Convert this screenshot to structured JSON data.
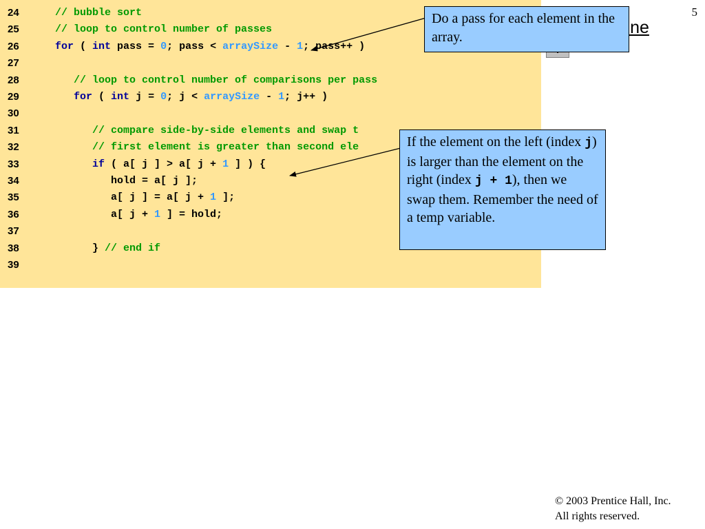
{
  "slide_number": "5",
  "outline_label": "line",
  "nav_button": "∨",
  "code_lines": [
    {
      "num": "24",
      "tokens": [
        {
          "t": "// bubble sort",
          "c": "cm"
        }
      ]
    },
    {
      "num": "25",
      "tokens": [
        {
          "t": "// loop to control number of passes",
          "c": "cm"
        }
      ]
    },
    {
      "num": "26",
      "tokens": [
        {
          "t": "for",
          "c": "kw"
        },
        {
          "t": " ( ",
          "c": ""
        },
        {
          "t": "int",
          "c": "kw"
        },
        {
          "t": " pass = ",
          "c": ""
        },
        {
          "t": "0",
          "c": "num"
        },
        {
          "t": "; pass < ",
          "c": ""
        },
        {
          "t": "arraySize",
          "c": "idv"
        },
        {
          "t": " - ",
          "c": ""
        },
        {
          "t": "1",
          "c": "num"
        },
        {
          "t": "; pass++ )",
          "c": ""
        }
      ]
    },
    {
      "num": "27",
      "tokens": []
    },
    {
      "num": "28",
      "tokens": [
        {
          "t": "   ",
          "c": ""
        },
        {
          "t": "// loop to control number of comparisons per pass",
          "c": "cm"
        }
      ]
    },
    {
      "num": "29",
      "tokens": [
        {
          "t": "   ",
          "c": ""
        },
        {
          "t": "for",
          "c": "kw"
        },
        {
          "t": " ( ",
          "c": ""
        },
        {
          "t": "int",
          "c": "kw"
        },
        {
          "t": " j = ",
          "c": ""
        },
        {
          "t": "0",
          "c": "num"
        },
        {
          "t": "; j < ",
          "c": ""
        },
        {
          "t": "arraySize",
          "c": "idv"
        },
        {
          "t": " - ",
          "c": ""
        },
        {
          "t": "1",
          "c": "num"
        },
        {
          "t": "; j++ )",
          "c": ""
        }
      ]
    },
    {
      "num": "30",
      "tokens": []
    },
    {
      "num": "31",
      "tokens": [
        {
          "t": "      ",
          "c": ""
        },
        {
          "t": "// compare side-by-side elements and swap t",
          "c": "cm"
        }
      ]
    },
    {
      "num": "32",
      "tokens": [
        {
          "t": "      ",
          "c": ""
        },
        {
          "t": "// first element is greater than second ele",
          "c": "cm"
        }
      ]
    },
    {
      "num": "33",
      "tokens": [
        {
          "t": "      ",
          "c": ""
        },
        {
          "t": "if",
          "c": "kw"
        },
        {
          "t": " ( a[ j ] > a[ j + ",
          "c": ""
        },
        {
          "t": "1",
          "c": "num"
        },
        {
          "t": " ] ) {",
          "c": ""
        }
      ]
    },
    {
      "num": "34",
      "tokens": [
        {
          "t": "         hold = a[ j ];",
          "c": ""
        }
      ]
    },
    {
      "num": "35",
      "tokens": [
        {
          "t": "         a[ j ] = a[ j + ",
          "c": ""
        },
        {
          "t": "1",
          "c": "num"
        },
        {
          "t": " ];",
          "c": ""
        }
      ]
    },
    {
      "num": "36",
      "tokens": [
        {
          "t": "         a[ j + ",
          "c": ""
        },
        {
          "t": "1",
          "c": "num"
        },
        {
          "t": " ] = hold;",
          "c": ""
        }
      ]
    },
    {
      "num": "37",
      "tokens": []
    },
    {
      "num": "38",
      "tokens": [
        {
          "t": "      } ",
          "c": ""
        },
        {
          "t": "// end if",
          "c": "cm"
        }
      ]
    },
    {
      "num": "39",
      "tokens": []
    }
  ],
  "callout1": {
    "text": "Do a pass for each element in the array."
  },
  "callout2": {
    "part1": "If the element on the left (index ",
    "code1": "j",
    "part2": ") is larger than the element on the right (index ",
    "code2": "j + 1",
    "part3": "), then we swap them. Remember the need of a temp variable."
  },
  "copyright": {
    "symbol": "©",
    "line1": " 2003 Prentice Hall, Inc.",
    "line2": "All rights reserved."
  },
  "colors": {
    "code_background": "#ffe599",
    "callout_background": "#99ccff",
    "comment": "#009900",
    "keyword": "#000099",
    "literal": "#3399ff"
  }
}
